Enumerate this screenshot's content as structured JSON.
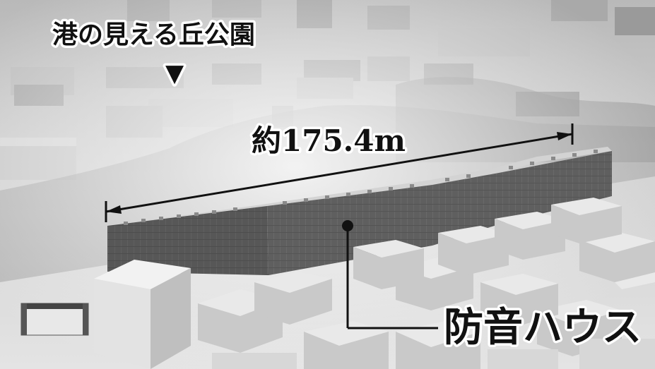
{
  "park_label": "港の見える丘公園",
  "distance_label": "約175.4m",
  "house_label": "防音ハウス",
  "marker_glyph": "▼"
}
